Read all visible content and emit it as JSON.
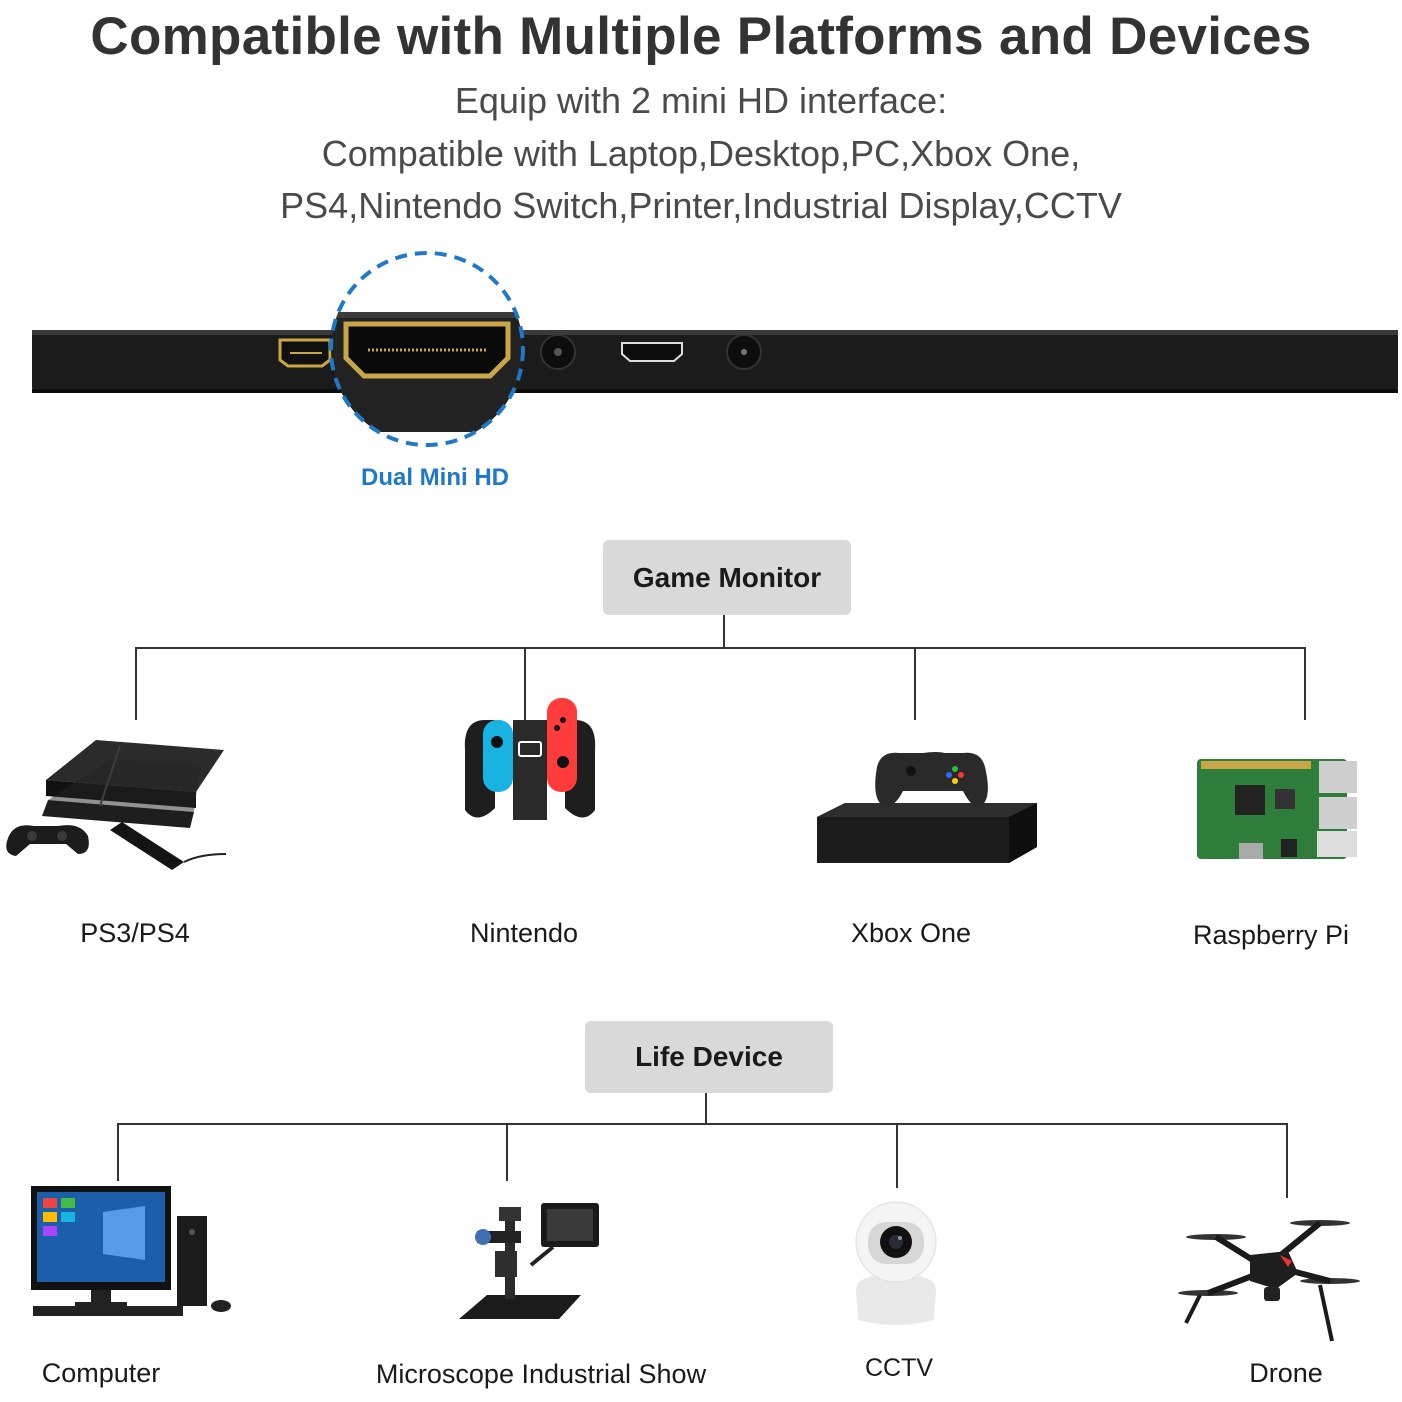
{
  "header": {
    "title": "Compatible with Multiple Platforms and Devices",
    "line1": "Equip with 2 mini HD interface:",
    "line2": "Compatible with Laptop,Desktop,PC,Xbox One,",
    "line3": "PS4,Nintendo Switch,Printer,Industrial Display,CCTV"
  },
  "port": {
    "label": "Dual Mini HD",
    "accent": "#1f78c8"
  },
  "game": {
    "title": "Game Monitor",
    "devices": [
      {
        "label": "PS3/PS4",
        "icon": "ps4-console-icon"
      },
      {
        "label": "Nintendo",
        "icon": "nintendo-switch-icon"
      },
      {
        "label": "Xbox One",
        "icon": "xbox-one-icon"
      },
      {
        "label": "Raspberry Pi",
        "icon": "raspberry-pi-icon"
      }
    ]
  },
  "life": {
    "title": "Life  Device",
    "devices": [
      {
        "label": "Computer",
        "icon": "computer-icon"
      },
      {
        "label": "Microscope Industrial Show",
        "icon": "microscope-icon"
      },
      {
        "label": "CCTV",
        "icon": "cctv-camera-icon"
      },
      {
        "label": "Drone",
        "icon": "drone-icon"
      }
    ]
  }
}
